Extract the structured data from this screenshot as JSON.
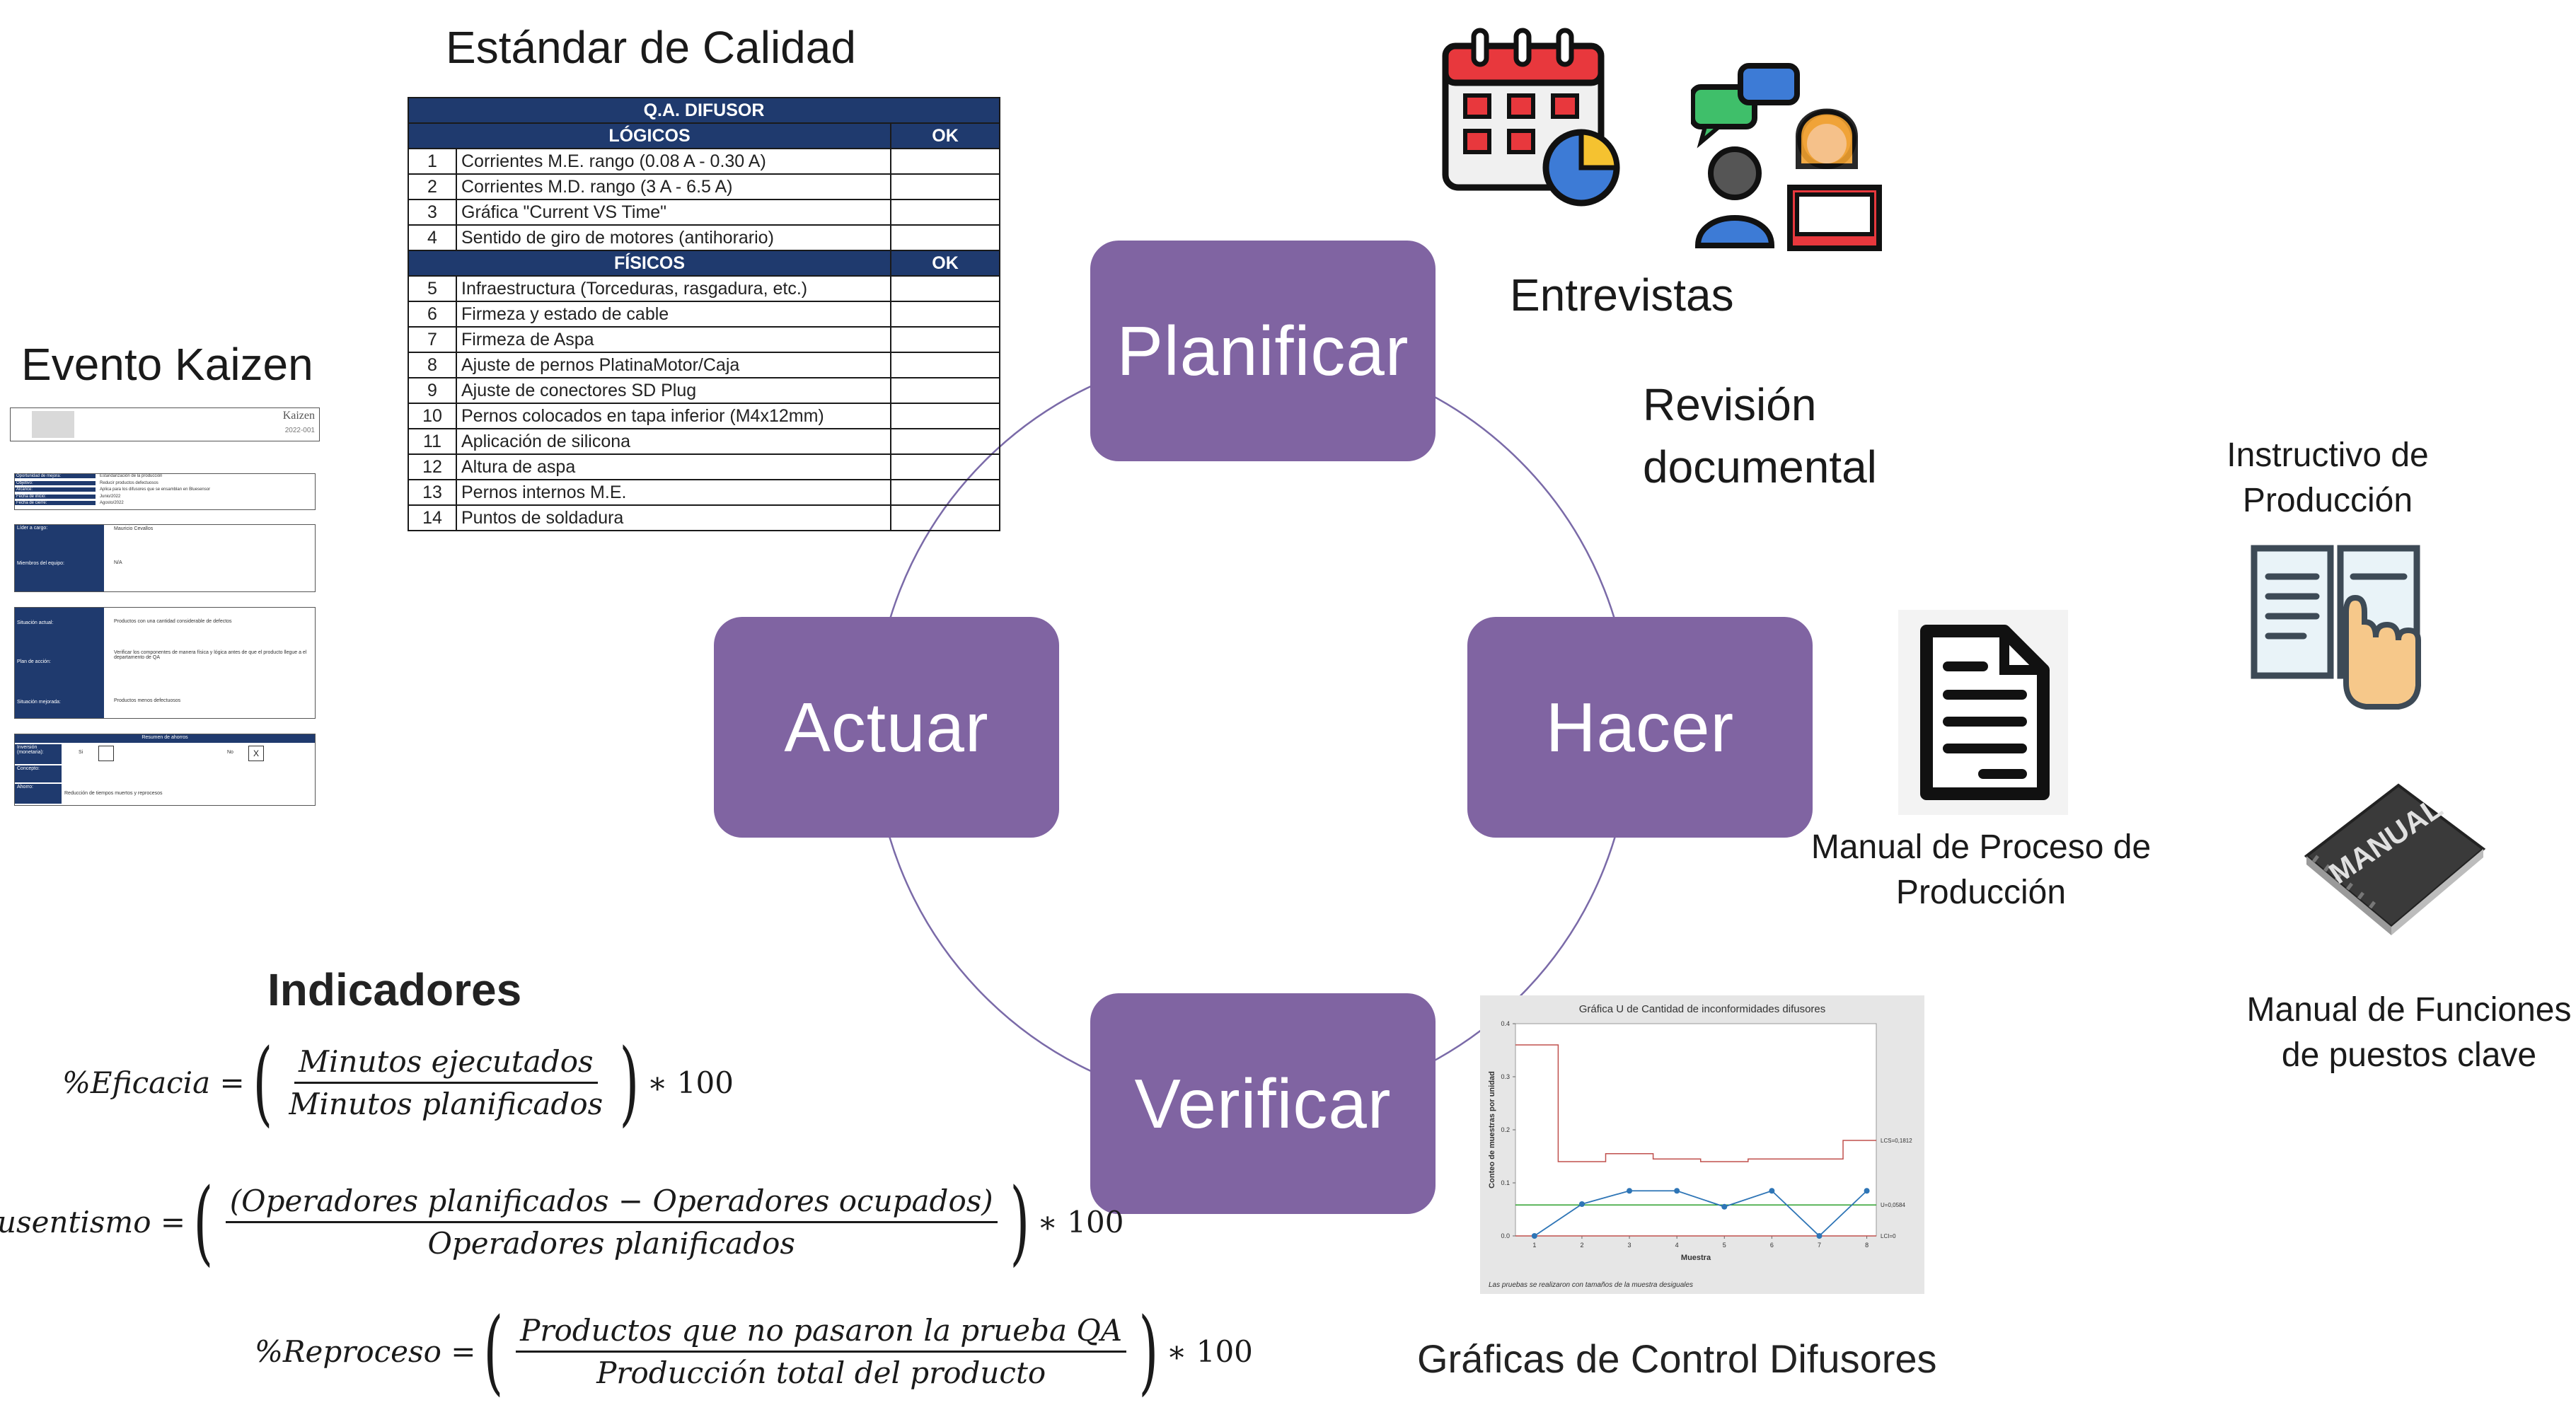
{
  "quality_standard": {
    "title": "Estándar de Calidad",
    "table_title": "Q.A. DIFUSOR",
    "logical_header": "LÓGICOS",
    "physical_header": "FÍSICOS",
    "ok_label": "OK",
    "logical_items": [
      {
        "n": "1",
        "text": "Corrientes M.E. rango (0.08 A - 0.30 A)"
      },
      {
        "n": "2",
        "text": "Corrientes M.D. rango (3 A - 6.5 A)"
      },
      {
        "n": "3",
        "text": "Gráfica \"Current VS Time\""
      },
      {
        "n": "4",
        "text": "Sentido de giro de motores (antihorario)"
      }
    ],
    "physical_items": [
      {
        "n": "5",
        "text": "Infraestructura (Torceduras, rasgadura, etc.)"
      },
      {
        "n": "6",
        "text": "Firmeza y estado de cable"
      },
      {
        "n": "7",
        "text": "Firmeza de Aspa"
      },
      {
        "n": "8",
        "text": "Ajuste de pernos PlatinaMotor/Caja"
      },
      {
        "n": "9",
        "text": "Ajuste de conectores SD Plug"
      },
      {
        "n": "10",
        "text": "Pernos colocados en tapa inferior (M4x12mm)"
      },
      {
        "n": "11",
        "text": "Aplicación de silicona"
      },
      {
        "n": "12",
        "text": "Altura de aspa"
      },
      {
        "n": "13",
        "text": "Pernos internos M.E."
      },
      {
        "n": "14",
        "text": "Puntos de soldadura"
      }
    ]
  },
  "kaizen": {
    "title": "Evento Kaizen",
    "form_brand": "Kaizen",
    "form_code": "2022-001",
    "rows": [
      {
        "label": "Oportunidad de mejora:",
        "value": "Estandarización de la producción"
      },
      {
        "label": "Objetivo:",
        "value": "Reducir productos defectuosos"
      },
      {
        "label": "Alcance:",
        "value": "Aplica para los difusores que se ensamblan en Bluesensor"
      },
      {
        "label": "Fecha de inicio:",
        "value": "Junio/2022"
      },
      {
        "label": "Fecha de cierre:",
        "value": "Agosto/2022"
      }
    ],
    "leader_label": "Líder a cargo:",
    "leader_value": "Mauricio Cevallos",
    "team_label": "Miembros del equipo:",
    "team_value": "N/A",
    "current_label": "Situación actual:",
    "current_value": "Productos con una cantidad considerable de defectos",
    "plan_label": "Plan de acción:",
    "plan_value": "Verificar los componentes de manera física y lógica antes de que el producto llegue a el departamento de QA",
    "improved_label": "Situación mejorada:",
    "improved_value": "Productos menos defectuosos",
    "savings_title": "Resumen de ahorros",
    "inversion_label": "Inversión (monetaria):",
    "si_label": "Si",
    "no_label": "No",
    "no_mark": "X",
    "concepto_label": "Concepto:",
    "ahorro_label": "Ahorro:",
    "ahorro_value": "Reducción de tiempos muertos y reprocesos"
  },
  "pdca": {
    "plan": "Planificar",
    "do": "Hacer",
    "check": "Verificar",
    "act": "Actuar",
    "circle_color": "#6b5b95",
    "box_color": "#8064a2"
  },
  "resources": {
    "interviews": "Entrevistas",
    "doc_review_1": "Revisión",
    "doc_review_2": "documental",
    "instructivo_1": "Instructivo de",
    "instructivo_2": "Producción",
    "manual_proceso_1": "Manual de Proceso de",
    "manual_proceso_2": "Producción",
    "manual_funciones_1": "Manual de Funciones",
    "manual_funciones_2": "de puestos clave",
    "manual_cover": "MANUAL",
    "control_charts": "Gráficas de Control Difusores"
  },
  "indicators": {
    "title": "Indicadores",
    "f1_lhs": "%Eficacia =",
    "f1_num": "Minutos ejecutados",
    "f1_den": "Minutos planificados",
    "f2_lhs": "usentismo =",
    "f2_num": "(Operadores planificados − Operadores ocupados)",
    "f2_den": "Operadores planificados",
    "f3_lhs": "%Reproceso =",
    "f3_num": "Productos que no pasaron la prueba QA",
    "f3_den": "Producción total del producto",
    "times": "∗ 100"
  },
  "chart_data": {
    "type": "line",
    "title": "Gráfica U de Cantidad de inconformidades difusores",
    "xlabel": "Muestra",
    "ylabel": "Conteo de muestras por unidad",
    "footnote": "Las pruebas se realizaron con tamaños de la muestra desiguales",
    "x": [
      1,
      2,
      3,
      4,
      5,
      6,
      7,
      8
    ],
    "xlim": [
      0.6,
      8.2
    ],
    "ylim": [
      0,
      0.4
    ],
    "y_ticks": [
      "0.0",
      "0.1",
      "0.2",
      "0.3",
      "0.4"
    ],
    "series": [
      {
        "values": [
          0.0,
          0.06,
          0.085,
          0.085,
          0.055,
          0.085,
          0.0,
          0.085
        ],
        "color": "#2e75b6"
      }
    ],
    "ucl": [
      0.36,
      0.14,
      0.155,
      0.145,
      0.14,
      0.145,
      0.145,
      0.18
    ],
    "center_line": 0.0584,
    "lcl": 0,
    "ucl_label": "LCS=0,1812",
    "center_label": "U=0,0584",
    "lcl_label": "LCI=0",
    "colors": {
      "ucl": "#c0504d",
      "center": "#2ca02c",
      "points": "#2e75b6"
    }
  }
}
